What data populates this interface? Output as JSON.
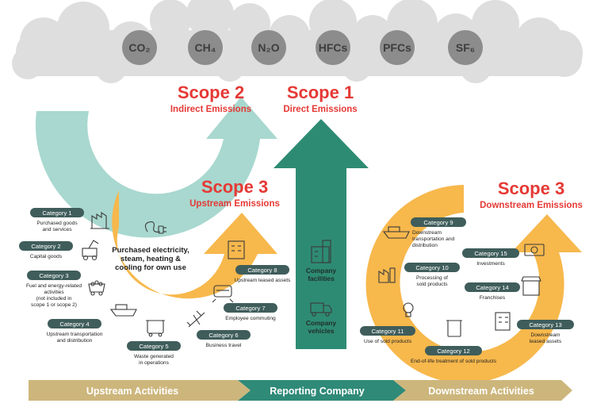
{
  "gases": [
    "CO₂",
    "CH₄",
    "N₂O",
    "HFCs",
    "PFCs",
    "SF₆"
  ],
  "scopes": {
    "scope2": {
      "title": "Scope 2",
      "subtitle": "Indirect Emissions"
    },
    "scope1": {
      "title": "Scope 1",
      "subtitle": "Direct Emissions"
    },
    "scope3_up": {
      "title": "Scope 3",
      "subtitle": "Upstream Emissions"
    },
    "scope3_down": {
      "title": "Scope 3",
      "subtitle": "Downstream Emissions"
    }
  },
  "purchased_electricity": [
    "Purchased electricity,",
    "steam, heating &",
    "cooling for own use"
  ],
  "company": {
    "facilities": [
      "Company",
      "facilities"
    ],
    "vehicles": [
      "Company",
      "vehicles"
    ]
  },
  "categories": [
    {
      "label": "Category 1",
      "desc": [
        "Purchased goods",
        "and services"
      ]
    },
    {
      "label": "Category 2",
      "desc": [
        "Capital goods"
      ]
    },
    {
      "label": "Category 3",
      "desc": [
        "Fuel and energy-related",
        "activities",
        "(not included in",
        "scope 1 or scope 2)"
      ]
    },
    {
      "label": "Category 4",
      "desc": [
        "Upstream transportation",
        "and distribution"
      ]
    },
    {
      "label": "Category 5",
      "desc": [
        "Waste generated",
        "in operations"
      ]
    },
    {
      "label": "Category 6",
      "desc": [
        "Business travel"
      ]
    },
    {
      "label": "Category 7",
      "desc": [
        "Employee commuting"
      ]
    },
    {
      "label": "Category 8",
      "desc": [
        "Upstream leased assets"
      ]
    },
    {
      "label": "Category 9",
      "desc": [
        "Downstream",
        "transportation and",
        "distribution"
      ]
    },
    {
      "label": "Category 10",
      "desc": [
        "Processing of",
        "sold products"
      ]
    },
    {
      "label": "Category 11",
      "desc": [
        "Use of sold products"
      ]
    },
    {
      "label": "Category 12",
      "desc": [
        "End-of-life treatment of sold products"
      ]
    },
    {
      "label": "Category 13",
      "desc": [
        "Downstream",
        "leased assets"
      ]
    },
    {
      "label": "Category 14",
      "desc": [
        "Franchises"
      ]
    },
    {
      "label": "Category 15",
      "desc": [
        "Investments"
      ]
    }
  ],
  "bottom_bar": {
    "upstream": "Upstream Activities",
    "reporting": "Reporting Company",
    "downstream": "Downstream Activities"
  },
  "colors": {
    "cloud": "#dedede",
    "gas_circle": "#8c8c8c",
    "scope_red": "#e53935",
    "scope2_arrow": "#a8d8cf",
    "scope1_arrow": "#2e8b73",
    "orange": "#f7b84c",
    "category_pill": "#3f5d5b",
    "bar_tan": "#cdb67c",
    "bar_teal": "#2f8a78"
  }
}
